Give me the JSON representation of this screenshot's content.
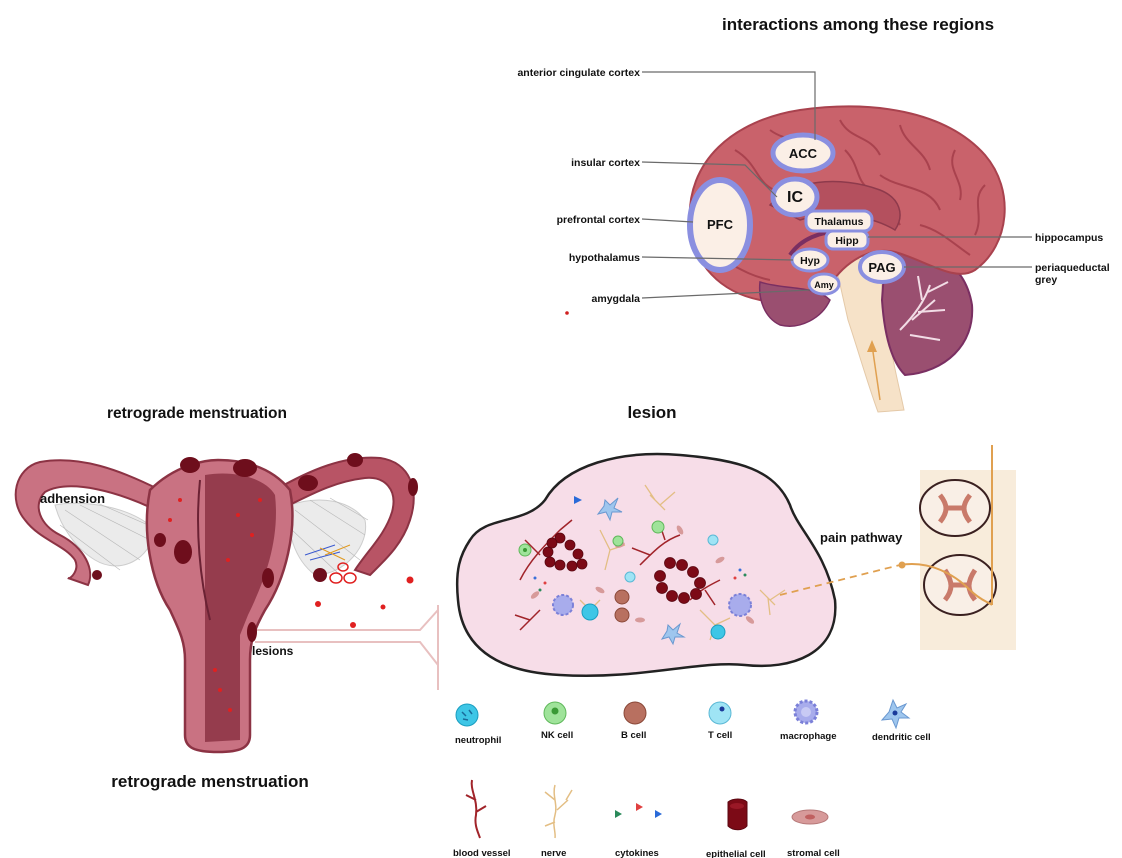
{
  "brain": {
    "title": "interactions among these regions",
    "callouts": {
      "acc": "anterior cingulate cortex",
      "insular": "insular cortex",
      "pfc": "prefrontal cortex",
      "hypothalamus": "hypothalamus",
      "amygdala": "amygdala",
      "hippocampus": "hippocampus",
      "pag_line1": "periaqueductal",
      "pag_line2": "grey"
    },
    "regions": {
      "acc": "ACC",
      "ic": "IC",
      "pfc": "PFC",
      "thalamus": "Thalamus",
      "hipp": "Hipp",
      "hyp": "Hyp",
      "amy": "Amy",
      "pag": "PAG"
    }
  },
  "uterus": {
    "title_top": "retrograde menstruation",
    "title_bottom": "retrograde menstruation",
    "adhesion": "adhension",
    "lesions": "lesions"
  },
  "lesion": {
    "title": "lesion",
    "pain_pathway": "pain pathway"
  },
  "legend": {
    "neutrophil": "neutrophil",
    "nk_cell": "NK cell",
    "b_cell": "B cell",
    "t_cell": "T cell",
    "macrophage": "macrophage",
    "dendritic_cell": "dendritic cell",
    "blood_vessel": "blood vessel",
    "nerve": "nerve",
    "cytokines": "cytokines",
    "epithelial_cell": "epithelial cell",
    "stromal_cell": "stromal cell"
  },
  "colors": {
    "brain": "#c9626b",
    "brain_fold": "#a9424e",
    "region_halo": "#8a8fe0",
    "region_fill": "#fbefe6",
    "brainstem": "#f6e2c8",
    "cerebellum": "#9a4f70",
    "uterus": "#b96070",
    "uterus_dark": "#8c3344",
    "lesion_fill": "#f7dde8",
    "epithelial": "#7c0a16"
  }
}
